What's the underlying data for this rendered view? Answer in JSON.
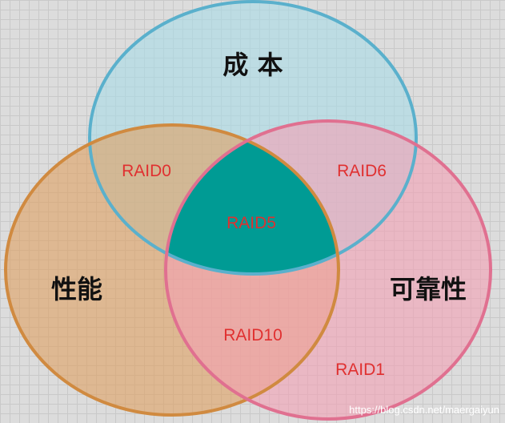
{
  "diagram": {
    "circles": [
      {
        "id": "cost",
        "label": "成 本",
        "fill": "#a8dce8",
        "stroke": "#5ab0cc"
      },
      {
        "id": "performance",
        "label": "性能",
        "fill": "#e0a060",
        "stroke": "#d08a40"
      },
      {
        "id": "reliability",
        "label": "可靠性",
        "fill": "#f4a0b4",
        "stroke": "#e07090"
      }
    ],
    "center": {
      "label": "RAID5",
      "fill": "#009b94"
    },
    "regions": [
      {
        "label": "RAID0"
      },
      {
        "label": "RAID6"
      },
      {
        "label": "RAID10"
      },
      {
        "label": "RAID1"
      }
    ],
    "label_color": "#e03030",
    "watermark": "https://blog.csdn.net/maergaiyun"
  }
}
